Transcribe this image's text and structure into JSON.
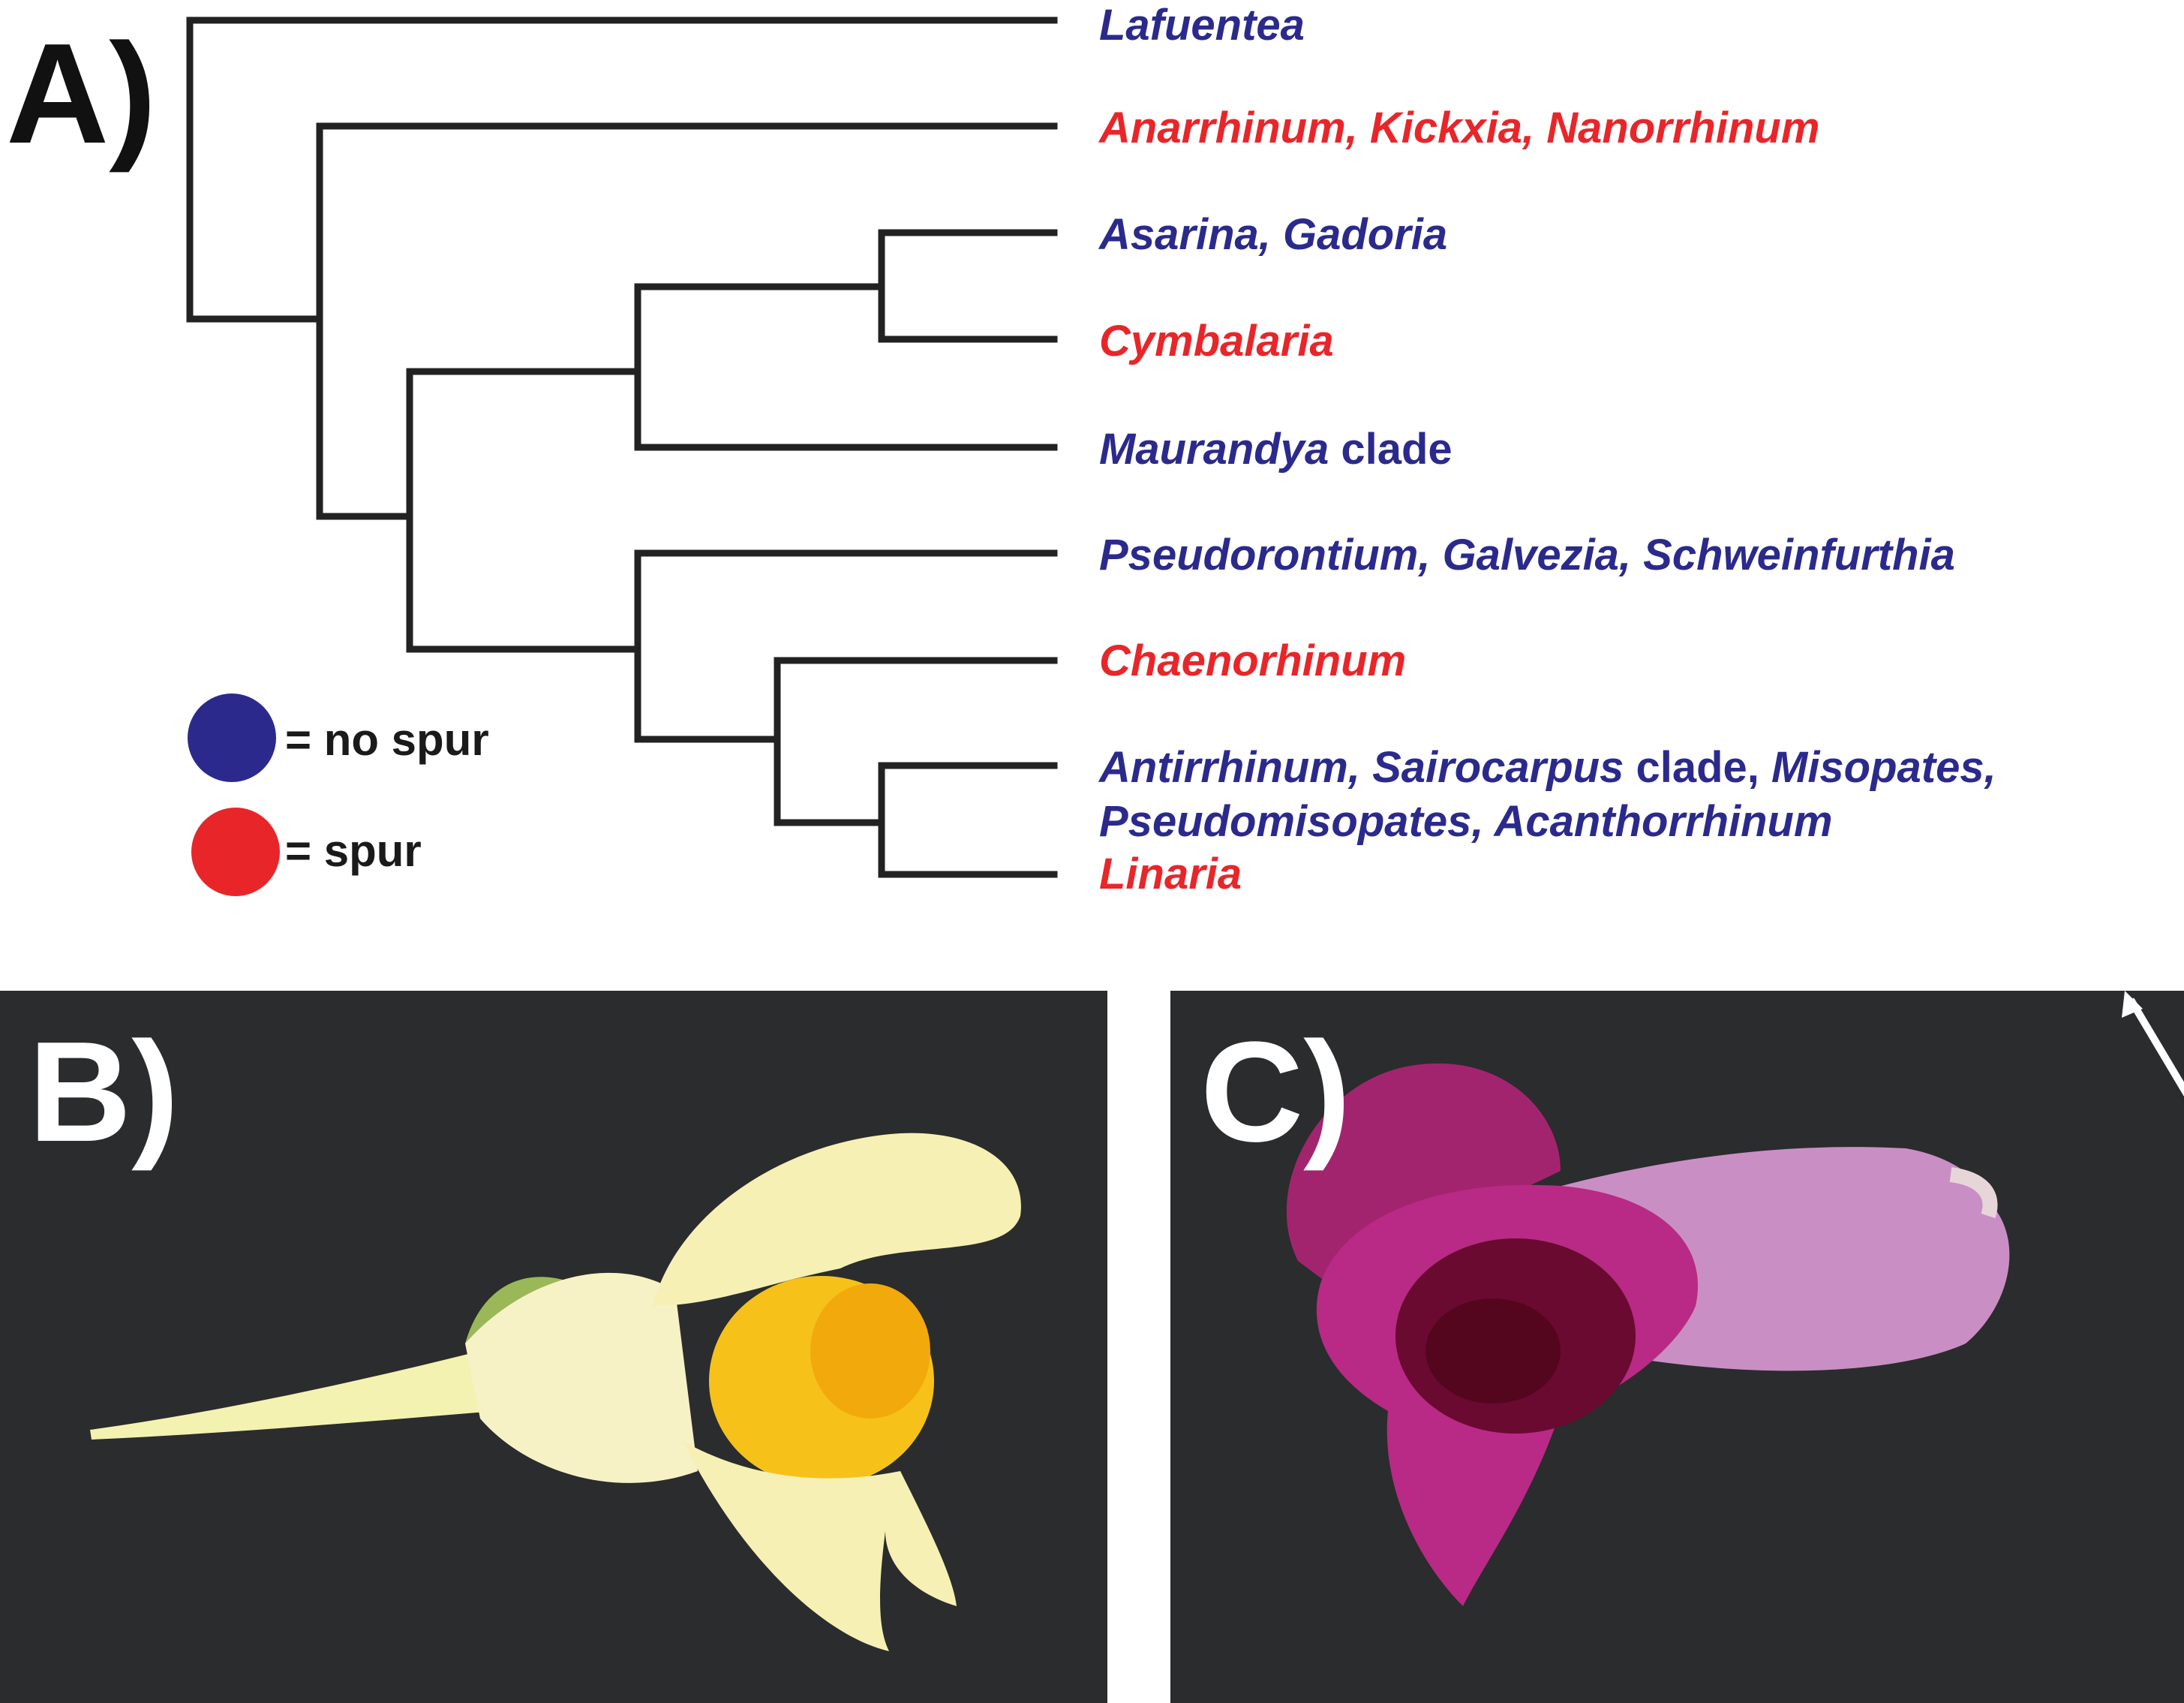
{
  "panels": {
    "a_label": "A)",
    "b_label": "B)",
    "c_label": "C)"
  },
  "colors": {
    "no_spur": "#2b2a8c",
    "spur": "#e8262a",
    "tree_line": "#222222",
    "photo_bg": "#2a2c2d"
  },
  "taxa": [
    {
      "parts": [
        {
          "text": "Lafuentea",
          "italic": true
        }
      ],
      "group": "no_spur"
    },
    {
      "parts": [
        {
          "text": "Anarrhinum, Kickxia, Nanorrhinum",
          "italic": true
        }
      ],
      "group": "spur"
    },
    {
      "parts": [
        {
          "text": "Asarina, Gadoria",
          "italic": true
        }
      ],
      "group": "no_spur"
    },
    {
      "parts": [
        {
          "text": "Cymbalaria",
          "italic": true
        }
      ],
      "group": "spur"
    },
    {
      "parts": [
        {
          "text": "Maurandya",
          "italic": true
        },
        {
          "text": " clade",
          "italic": false
        }
      ],
      "group": "no_spur"
    },
    {
      "parts": [
        {
          "text": "Pseudorontium, Galvezia, Schweinfurthia",
          "italic": true
        }
      ],
      "group": "no_spur"
    },
    {
      "parts": [
        {
          "text": "Chaenorhinum",
          "italic": true
        }
      ],
      "group": "spur"
    },
    {
      "parts": [
        {
          "text": "Antirrhinum, Sairocarpus",
          "italic": true
        },
        {
          "text": " clade, ",
          "italic": false
        },
        {
          "text": "Misopates,",
          "italic": true
        }
      ],
      "group": "no_spur"
    },
    {
      "parts": [
        {
          "text": "Pseudomisopates, Acanthorrhinum",
          "italic": true
        }
      ],
      "group": "no_spur"
    },
    {
      "parts": [
        {
          "text": "Linaria",
          "italic": true
        }
      ],
      "group": "spur"
    }
  ],
  "legend": {
    "no_spur_label": "= no spur",
    "spur_label": "= spur"
  },
  "photos": {
    "b_subject": "yellow-spurred-flower",
    "c_subject": "purple-unspurred-flower"
  }
}
